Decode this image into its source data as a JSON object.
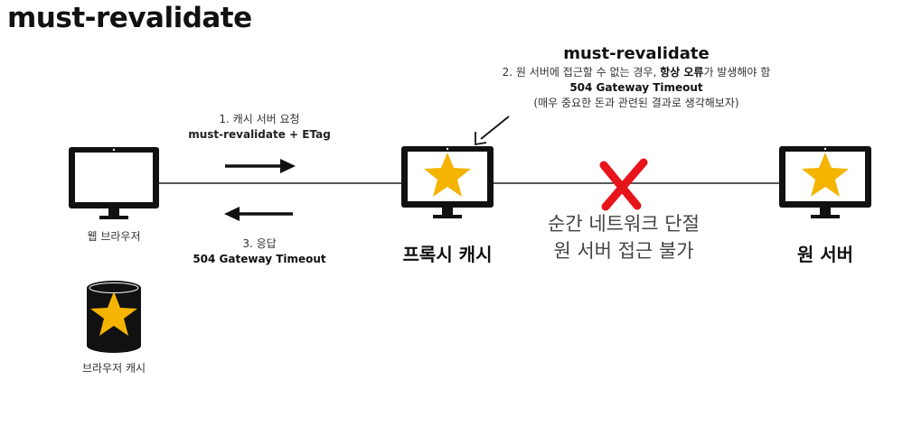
{
  "title": "must-revalidate",
  "annotation": {
    "heading": "must-revalidate",
    "line1_prefix": "2. 원 서버에 접근할 수 없는 경우, ",
    "line1_bold": "항상 오류",
    "line1_suffix": "가 발생해야 함",
    "line2": "504 Gateway Timeout",
    "line3": "(매우 중요한 돈과 관련된 결과로 생각해보자)"
  },
  "request": {
    "line1": "1. 캐시 서버 요청",
    "line2": "must-revalidate + ETag"
  },
  "response": {
    "line1": "3. 응답",
    "line2": "504 Gateway Timeout"
  },
  "nodes": {
    "browser": "웹 브라우저",
    "proxy": "프록시 캐시",
    "origin": "원 서버",
    "browser_cache": "브라우저 캐시"
  },
  "network_failure": {
    "line1": "순간 네트워크 단절",
    "line2": "원 서버 접근 불가"
  },
  "colors": {
    "star": "#f5b400",
    "monitor": "#111111",
    "cross": "#e8141b"
  }
}
